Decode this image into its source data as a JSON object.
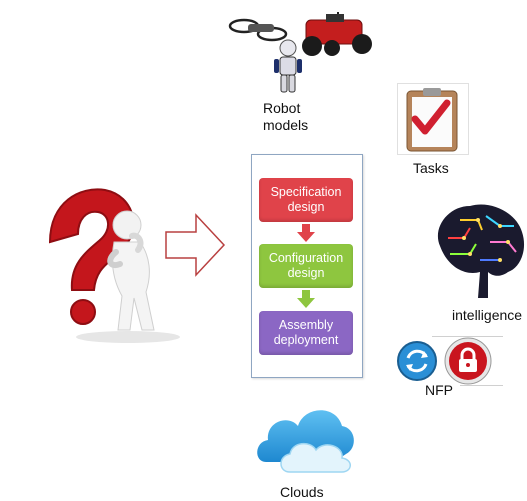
{
  "labels": {
    "robot_models": "Robot\nmodels",
    "tasks": "Tasks",
    "intelligence": "intelligence",
    "nfp": "NFP",
    "clouds": "Clouds"
  },
  "stages": [
    {
      "label": "Specification\ndesign",
      "color": "#e0434a"
    },
    {
      "label": "Configuration\ndesign",
      "color": "#8ec63f"
    },
    {
      "label": "Assembly\ndeployment",
      "color": "#8b67c4"
    }
  ],
  "arrow_colors": {
    "down_1": "#e0434a",
    "down_2": "#8ec63f",
    "big_arrow": "#b94040"
  },
  "icons": {
    "robots": "robot-models-icon",
    "tasks": "clipboard-check-icon",
    "intelligence": "brain-circuit-icon",
    "nfp": "sync-and-lock-icon",
    "clouds": "clouds-icon",
    "question": "thinking-person-question-icon"
  }
}
